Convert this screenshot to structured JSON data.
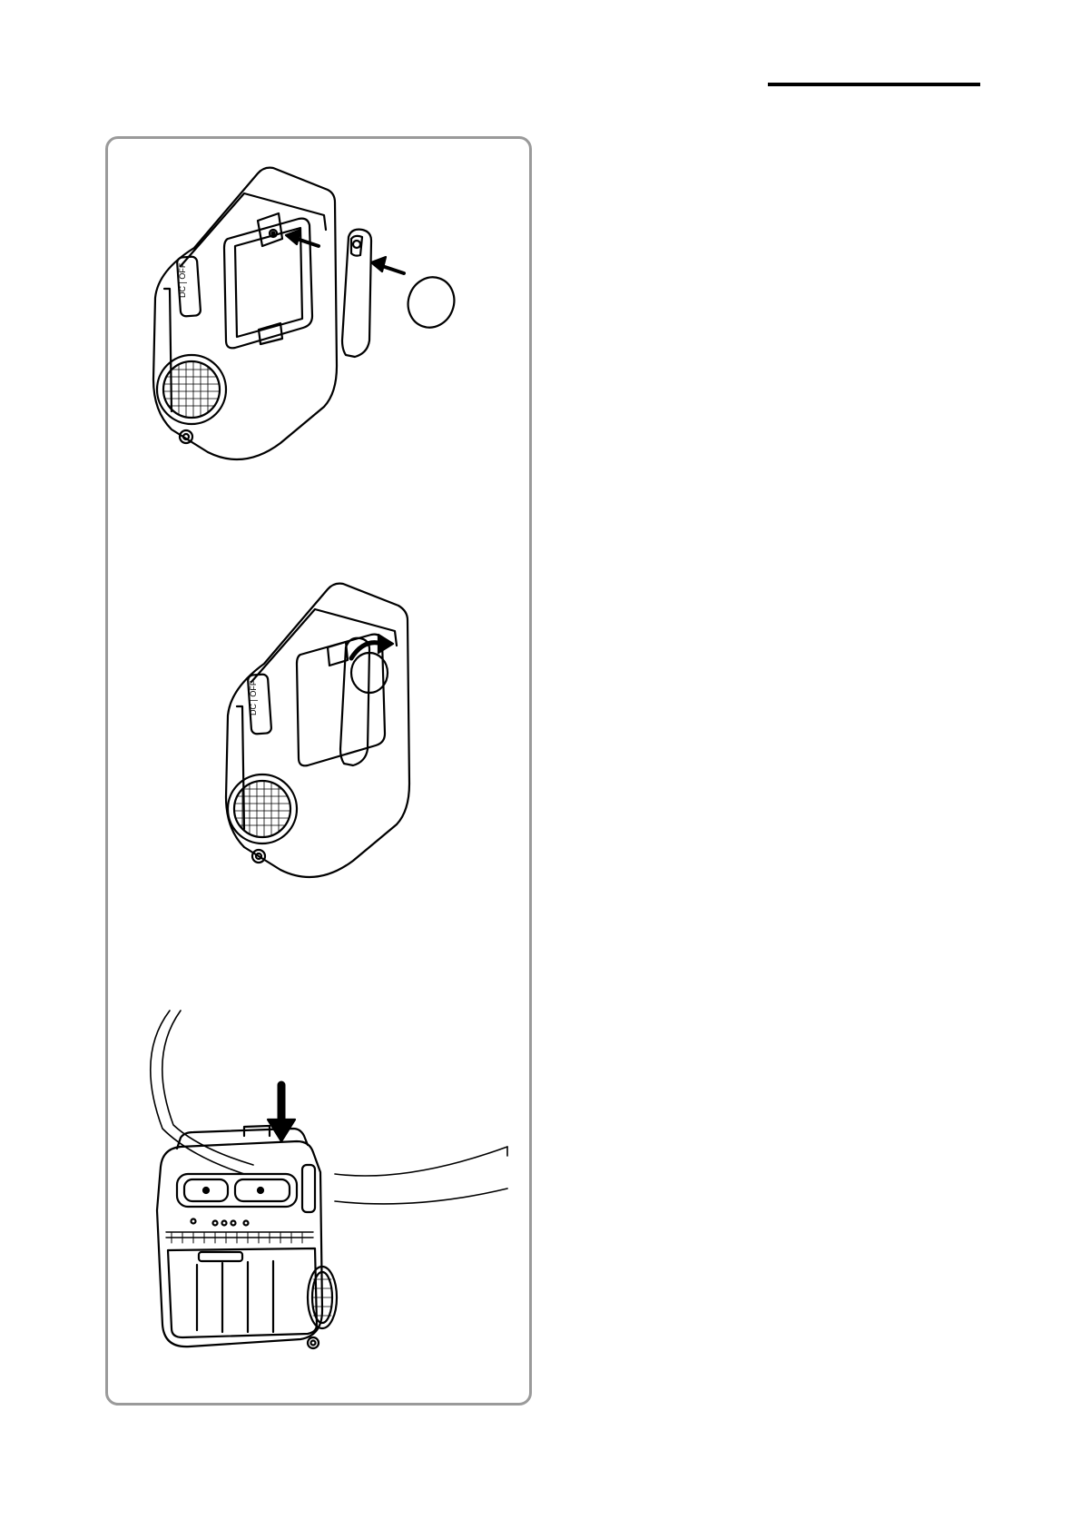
{
  "document": {
    "header_rule_color": "#000000"
  },
  "figure_panel": {
    "border_color": "#9a9a9a",
    "steps": [
      {
        "id": "step-1",
        "device_button_label": "DC | OFF"
      },
      {
        "id": "step-2",
        "device_button_label": "DC | OFF"
      },
      {
        "id": "step-3"
      }
    ]
  }
}
